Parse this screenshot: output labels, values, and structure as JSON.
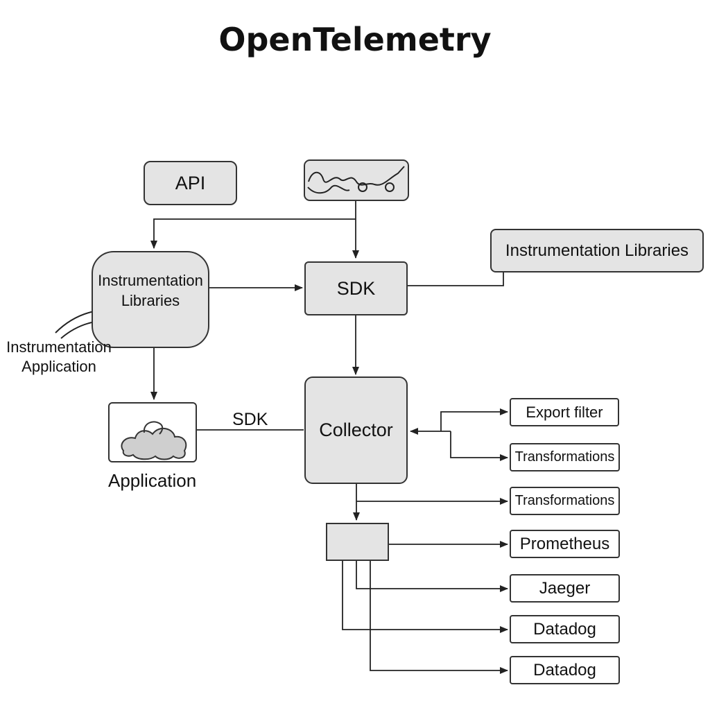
{
  "title": "OpenTelemetry",
  "nodes": {
    "api": "API",
    "instrumentation_libraries_left": "Instrumentation Libraries",
    "instrumentation_libraries_right": "Instrumentation Libraries",
    "sdk": "SDK",
    "collector": "Collector",
    "application_box": ""
  },
  "labels": {
    "instrumentation_application": "Instrumentation Application",
    "application": "Application",
    "sdk_link": "SDK"
  },
  "outputs": [
    "Export filter",
    "Transformations",
    "Transformations",
    "Prometheus",
    "Jaeger",
    "Datadog",
    "Datadog"
  ],
  "icons": [
    "squiggle-map-icon",
    "cloud-icon",
    "hook-curve-icon",
    "hamburger-lines-icon"
  ]
}
